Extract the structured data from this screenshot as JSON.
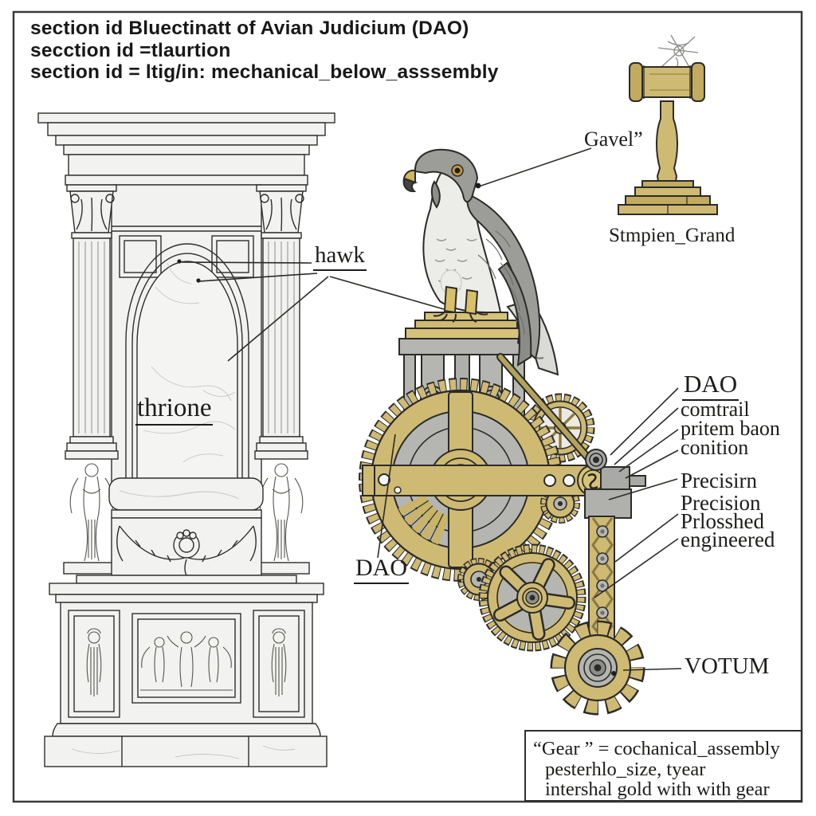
{
  "header": {
    "line1": "section id Bluectinatt of Avian Judicium (DAO)",
    "line2": "secction id =tlaurtion",
    "line3": "section id = ltig/in: mechanical_below_asssembly"
  },
  "labels": {
    "gavel": "Gavel”",
    "gavel_caption": "Stmpien_Grand",
    "hawk": "hawk",
    "throne": "thrione",
    "dao_right": "DAO",
    "comtrail": "comtrail",
    "pritem": "pritem baon",
    "conition": "conition",
    "precisirn": "Precisirn",
    "precision_l1": "Precision",
    "precision_l2": "Prlosshed",
    "precision_l3": "engineered",
    "dao_left": "DAO",
    "votum": "VOTUM"
  },
  "note_box": {
    "line1": "“Gear ” = cochanical_assembly",
    "line2": "pesterhlo_size, tyear",
    "line3": "intershal gold with with gear"
  },
  "colors": {
    "gold": "#cfba74",
    "gold_dark": "#c2ab60",
    "steel": "#b5b5b1",
    "marble": "#f2f2f0",
    "ink": "#2b2b28"
  }
}
